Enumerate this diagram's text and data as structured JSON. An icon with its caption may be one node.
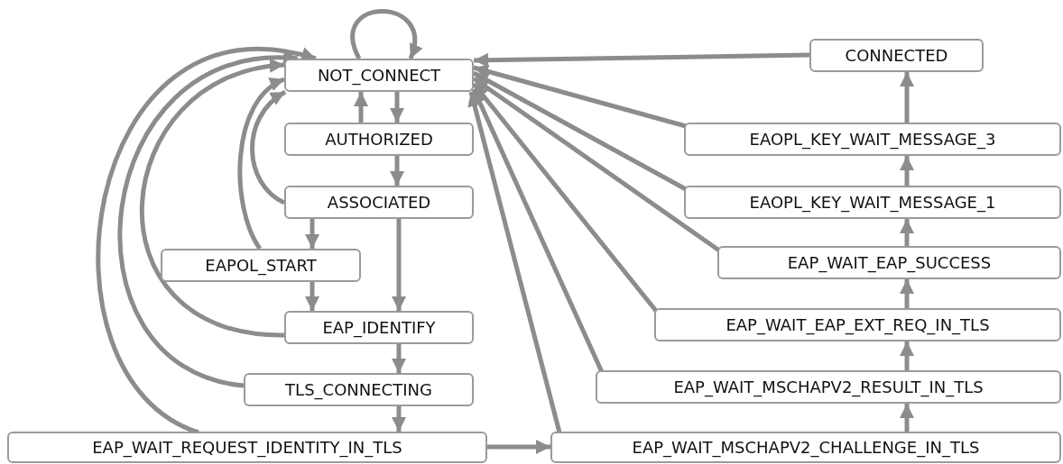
{
  "diagram": {
    "nodes": [
      {
        "text": [
          "NOT_CONNECT"
        ]
      },
      {
        "text": [
          "AUTHORIZED"
        ]
      },
      {
        "text": [
          "ASSOCIATED"
        ]
      },
      {
        "text": [
          "EAPOL_START"
        ]
      },
      {
        "text": [
          "EAP_IDENTIFY"
        ]
      },
      {
        "text": [
          "TLS_CONNECTING"
        ]
      },
      {
        "text": [
          "EAP_WAIT_REQUEST_IDENTITY_IN_TLS"
        ]
      },
      {
        "text": [
          "EAP_WAIT_MSCHAPV2_CHALLENGE_IN_TLS"
        ]
      },
      {
        "text": [
          "EAP_WAIT_MSCHAPV2_RESULT_IN_TLS"
        ]
      },
      {
        "text": [
          "EAP_WAIT_EAP_EXT_REQ_IN_TLS"
        ]
      },
      {
        "text": [
          "EAP_WAIT_EAP_SUCCESS"
        ]
      },
      {
        "text": [
          "EAOPL_KEY_WAIT_MESSAGE_1"
        ]
      },
      {
        "text": [
          "EAOPL_KEY_WAIT_MESSAGE_3"
        ]
      },
      {
        "text": [
          "CONNECTED"
        ]
      }
    ],
    "edges": [
      {
        "from": 0,
        "to": 0,
        "arrow": "to"
      },
      {
        "from": 1,
        "to": 0,
        "arrow": "to"
      },
      {
        "from": 0,
        "to": 1,
        "arrow": "to"
      },
      {
        "from": 1,
        "to": 2,
        "arrow": "to"
      },
      {
        "from": 2,
        "to": 3,
        "arrow": "to"
      },
      {
        "from": 2,
        "to": 4,
        "arrow": "to"
      },
      {
        "from": 3,
        "to": 4,
        "arrow": "to"
      },
      {
        "from": 4,
        "to": 5,
        "arrow": "to"
      },
      {
        "from": 5,
        "to": 6,
        "arrow": "to"
      },
      {
        "from": 6,
        "to": 7,
        "arrow": "to"
      },
      {
        "from": 7,
        "to": 8,
        "arrow": "to"
      },
      {
        "from": 8,
        "to": 9,
        "arrow": "to"
      },
      {
        "from": 9,
        "to": 10,
        "arrow": "to"
      },
      {
        "from": 10,
        "to": 11,
        "arrow": "to"
      },
      {
        "from": 11,
        "to": 12,
        "arrow": "to"
      },
      {
        "from": 12,
        "to": 13,
        "arrow": "to"
      },
      {
        "from": 2,
        "to": 0,
        "arrow": "to"
      },
      {
        "from": 3,
        "to": 0,
        "arrow": "to"
      },
      {
        "from": 4,
        "to": 0,
        "arrow": "to"
      },
      {
        "from": 5,
        "to": 0,
        "arrow": "to"
      },
      {
        "from": 6,
        "to": 0,
        "arrow": "to"
      },
      {
        "from": 13,
        "to": 0,
        "arrow": "to"
      },
      {
        "from": 12,
        "to": 0,
        "arrow": "to"
      },
      {
        "from": 11,
        "to": 0,
        "arrow": "to"
      },
      {
        "from": 10,
        "to": 0,
        "arrow": "to"
      },
      {
        "from": 9,
        "to": 0,
        "arrow": "to"
      },
      {
        "from": 8,
        "to": 0,
        "arrow": "to"
      },
      {
        "from": 7,
        "to": 0,
        "arrow": "to"
      }
    ]
  }
}
